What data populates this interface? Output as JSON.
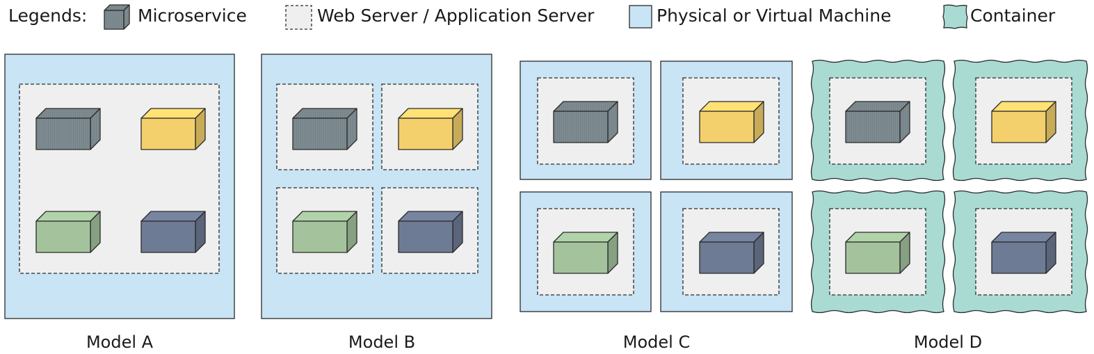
{
  "legend": {
    "title": "Legends:",
    "items": [
      {
        "key": "microservice",
        "label": "Microservice"
      },
      {
        "key": "server",
        "label": "Web Server / Application Server"
      },
      {
        "key": "machine",
        "label": "Physical or Virtual Machine"
      },
      {
        "key": "container",
        "label": "Container"
      }
    ]
  },
  "colors": {
    "machine_fill": "#c8e4f5",
    "server_fill": "#efefef",
    "container_fill": "#a9dbd3",
    "microservice_gray": "#7e8b90",
    "microservice_yellow": "#f3d06c",
    "microservice_green": "#a4c39d",
    "microservice_navy": "#6e7b95",
    "stroke": "#2a2a2a"
  },
  "models": [
    {
      "label": "Model A",
      "description": "One machine, one server, four microservices"
    },
    {
      "label": "Model B",
      "description": "One machine, four servers, one microservice each"
    },
    {
      "label": "Model C",
      "description": "Four machines, each with one server and one microservice"
    },
    {
      "label": "Model D",
      "description": "Four containers, each with one server and one microservice"
    }
  ]
}
